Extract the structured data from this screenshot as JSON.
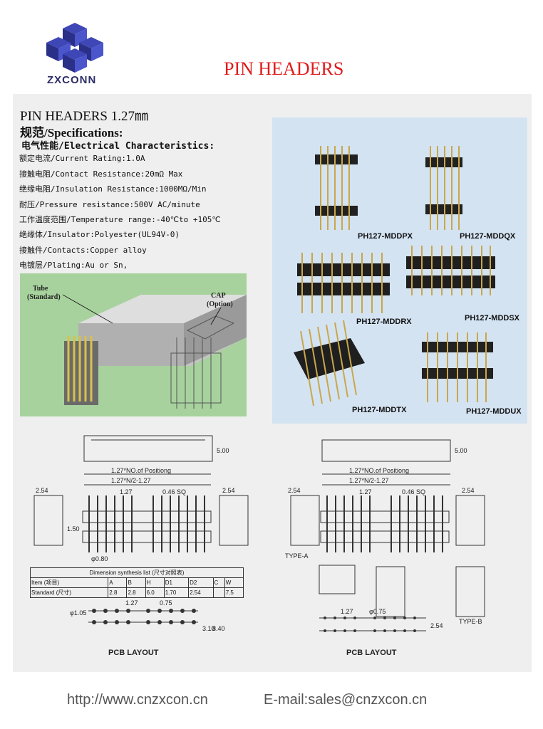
{
  "brand": {
    "name": "ZXCONN"
  },
  "page_title": "PIN HEADERS",
  "section_title": "PIN HEADERS 1.27㎜",
  "spec_heading": "规范/Specifications:",
  "electrical_heading": "电气性能/Electrical Characteristics:",
  "specs": [
    "额定电流/Current Rating:1.0A",
    "接触电阻/Contact Resistance:20mΩ Max",
    "绝缘电阻/Insulation Resistance:1000MΩ/Min",
    "耐压/Pressure resistance:500V AC/minute",
    "工作温度范围/Temperature range:-40℃to +105℃",
    "绝缘体/Insulator:Polyester(UL94V-0)",
    "接触件/Contacts:Copper alloy",
    "电镀层/Plating:Au or Sn,"
  ],
  "products": [
    "PH127-MDDPX",
    "PH127-MDDQX",
    "PH127-MDDRX",
    "PH127-MDDSX",
    "PH127-MDDTX",
    "PH127-MDDUX"
  ],
  "tube_labels": {
    "tube_line1": "Tube",
    "tube_line2": "(Standard)",
    "cap_line1": "CAP",
    "cap_line2": "(Option)"
  },
  "drawing": {
    "positioning": "1.27*NO.of Positiong",
    "half_pitch": "1.27*N/2-1.27",
    "pitch": "1.27",
    "square": "0.46 SQ",
    "height_500": "5.00",
    "pin_dia": "φ0.80",
    "dim_150": "1.50",
    "dim_254": "2.54",
    "type_a": "TYPE-A",
    "type_b": "TYPE-B",
    "pcb_layout": "PCB LAYOUT",
    "pcb_075": "0.75",
    "pcb_hole": "φ1.05",
    "pcb_310": "3.10",
    "pcb_840": "8.40",
    "pcb_hole_r": "φ0.75"
  },
  "dim_table": {
    "title": "Dimension synthesis list (尺寸对照表)",
    "header": [
      "Item (项目)",
      "A",
      "B",
      "H",
      "D1",
      "D2",
      "C",
      "W"
    ],
    "row": [
      "Standard (尺寸)",
      "2.8",
      "2.8",
      "6.0",
      "1.70",
      "2.54",
      "",
      "",
      "7.5"
    ]
  },
  "footer": {
    "url": "http://www.cnzxcon.cn",
    "email": "E-mail:sales@cnzxcon.cn"
  },
  "colors": {
    "title_red": "#e01b1b",
    "brand_navy": "#2d2d68",
    "photo_bg": "#d4e3f2",
    "tube_bg": "#a7d29d"
  }
}
